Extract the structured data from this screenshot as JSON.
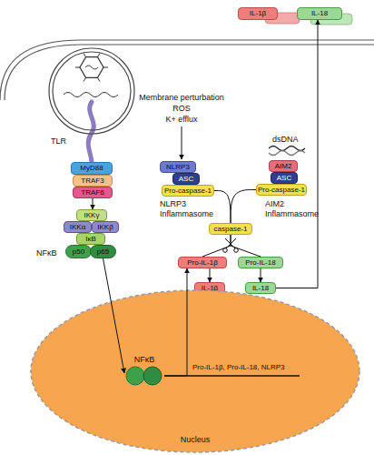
{
  "diagram": {
    "nodes": [
      {
        "text": [
          "IL-1β"
        ]
      },
      {
        "text": [
          "IL-18"
        ]
      },
      {
        "text": [
          "TLR"
        ]
      },
      {
        "text": [
          "MyD88"
        ]
      },
      {
        "text": [
          "TRAF3"
        ]
      },
      {
        "text": [
          "TRAF6"
        ]
      },
      {
        "text": [
          "IKKγ"
        ]
      },
      {
        "text": [
          "IKKα"
        ]
      },
      {
        "text": [
          "IKKβ"
        ]
      },
      {
        "text": [
          "IκB"
        ]
      },
      {
        "text": [
          "p50"
        ]
      },
      {
        "text": [
          "p65"
        ]
      },
      {
        "text": [
          "NLRP3"
        ]
      },
      {
        "text": [
          "ASC"
        ]
      },
      {
        "text": [
          "Pro-caspase-1"
        ]
      },
      {
        "text": [
          "AIM2"
        ]
      },
      {
        "text": [
          "ASC"
        ]
      },
      {
        "text": [
          "Pro-caspase-1"
        ]
      },
      {
        "text": [
          "caspase-1"
        ]
      },
      {
        "text": [
          "Pro-IL-1β"
        ]
      },
      {
        "text": [
          "IL-1β"
        ]
      },
      {
        "text": [
          "Pro-IL-18"
        ]
      },
      {
        "text": [
          "IL-18"
        ]
      },
      {
        "text": [
          "Nucleus"
        ]
      },
      {
        "text": [
          "NFκB"
        ],
        "in": 23
      }
    ],
    "edges": [
      {
        "from": 5,
        "to": 6,
        "arrow": "to"
      },
      {
        "from": 14,
        "to": 18,
        "arrow": "none"
      },
      {
        "from": 17,
        "to": 18,
        "arrow": "none"
      },
      {
        "from": 18,
        "to": 19,
        "arrow": "none"
      },
      {
        "from": 18,
        "to": 21,
        "arrow": "none"
      },
      {
        "from": 19,
        "to": 20,
        "arrow": "to"
      },
      {
        "from": 21,
        "to": 22,
        "arrow": "to"
      },
      {
        "from": 22,
        "to": 1,
        "arrow": "to"
      },
      {
        "from": 11,
        "to": 24,
        "arrow": "to"
      },
      {
        "from": 24,
        "to": 19,
        "arrow": "to"
      }
    ],
    "labels": [
      "NFκB",
      "Membrane perturbation",
      "ROS",
      "K+ efflux",
      "NLRP3 Inflammasome",
      "dsDNA",
      "AIM2 Inflammasome",
      "Pro-IL-1β, Pro-IL-18, NLRP3"
    ]
  }
}
